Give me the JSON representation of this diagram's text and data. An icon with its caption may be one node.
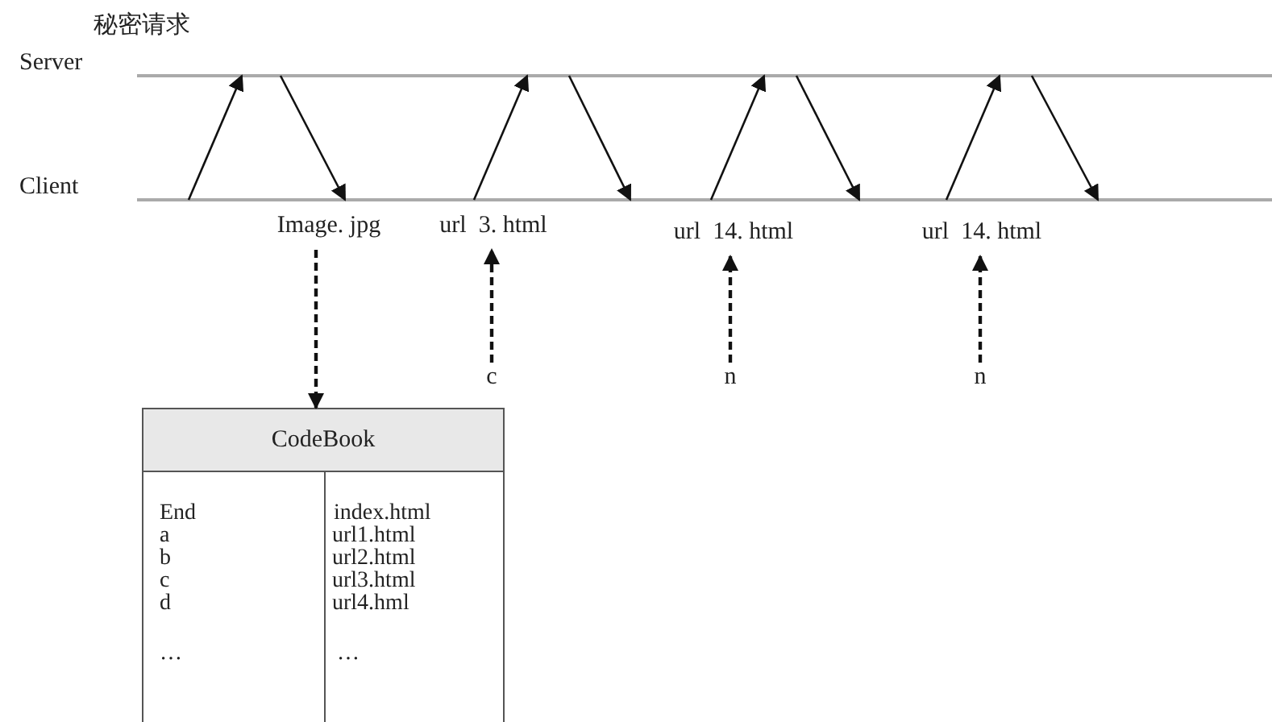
{
  "diagram": {
    "title": "秘密请求",
    "nodes": [
      {
        "text": [
          "Server"
        ]
      },
      {
        "text": [
          "Client"
        ]
      },
      {
        "text": [
          "Image. jpg"
        ]
      },
      {
        "text": [
          "url  3. html"
        ]
      },
      {
        "text": [
          "url  14. html"
        ]
      },
      {
        "text": [
          "url  14. html"
        ]
      },
      {
        "text": [
          "c"
        ]
      },
      {
        "text": [
          "n"
        ]
      },
      {
        "text": [
          "n"
        ]
      },
      {
        "text": [
          "CodeBook"
        ]
      }
    ],
    "edges": [
      {
        "from": 1,
        "to": 0,
        "arrow": "to"
      },
      {
        "from": 0,
        "to": 1,
        "arrow": "to"
      },
      {
        "from": 1,
        "to": 0,
        "arrow": "to"
      },
      {
        "from": 0,
        "to": 1,
        "arrow": "to"
      },
      {
        "from": 1,
        "to": 0,
        "arrow": "to"
      },
      {
        "from": 0,
        "to": 1,
        "arrow": "to"
      },
      {
        "from": 1,
        "to": 0,
        "arrow": "to"
      },
      {
        "from": 0,
        "to": 1,
        "arrow": "to"
      },
      {
        "from": 2,
        "to": 9,
        "arrow": "to",
        "style": "dashed"
      },
      {
        "from": 6,
        "to": 3,
        "arrow": "to",
        "style": "dashed"
      },
      {
        "from": 7,
        "to": 4,
        "arrow": "to",
        "style": "dashed"
      },
      {
        "from": 8,
        "to": 5,
        "arrow": "to",
        "style": "dashed"
      }
    ],
    "labels": [
      "End",
      "index.html",
      "a",
      "url1.html",
      "b",
      "url2.html",
      "c",
      "url3.html",
      "d",
      "url4.hml",
      "…",
      "…"
    ]
  }
}
